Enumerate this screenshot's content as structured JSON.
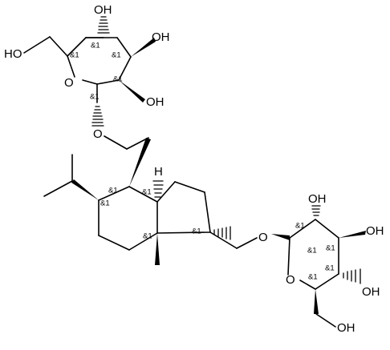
{
  "molecule": {
    "atoms": {
      "ho_top_sugar1": "OH",
      "ho_right1_sugar1": "OH",
      "ho_right2_sugar1": "OH",
      "ho_left_sugar1": "HO",
      "o_ring_sugar1": "O",
      "o_link_sugar1": "O",
      "h_ring_junction": "H",
      "o_link_sugar2": "O",
      "o_ring_sugar2": "O",
      "ho_top_sugar2": "OH",
      "ho_right1_sugar2": "OH",
      "ho_right2_sugar2": "OH",
      "ho_bottom_sugar2": "OH"
    },
    "stereo_label": "&1"
  }
}
